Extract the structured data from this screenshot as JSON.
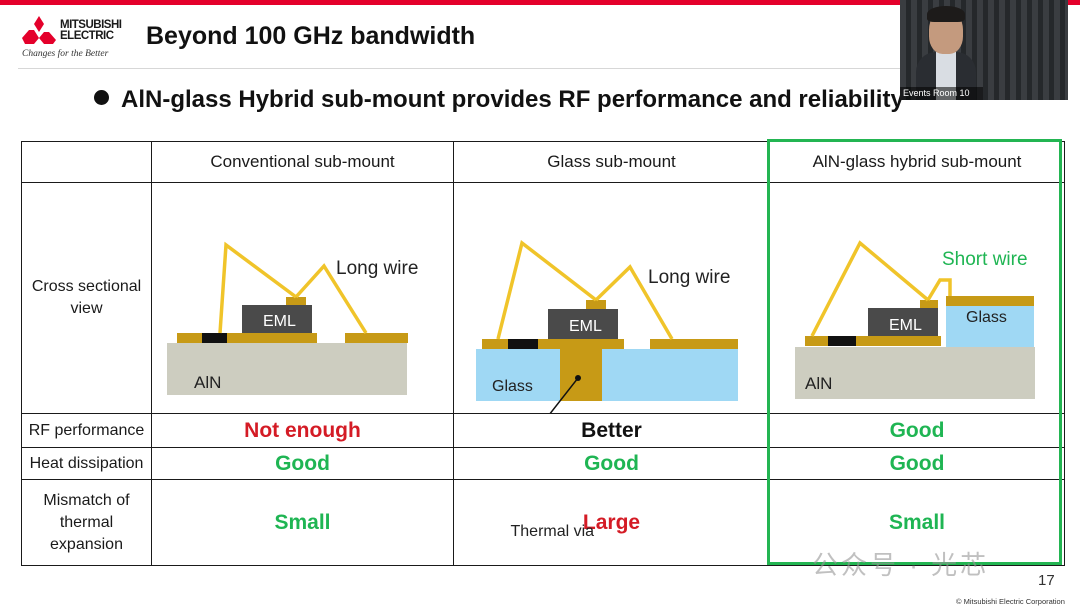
{
  "header": {
    "brand_line1": "MITSUBISHI",
    "brand_line2": "ELECTRIC",
    "tagline": "Changes for the Better",
    "title": "Beyond 100 GHz bandwidth"
  },
  "bullet": "AlN-glass Hybrid sub-mount provides RF performance and reliability",
  "video": {
    "caption": "Events Room 10"
  },
  "table": {
    "columns": [
      "Conventional sub-mount",
      "Glass sub-mount",
      "AlN-glass hybrid sub-mount"
    ],
    "cross_section_label_line1": "Cross sectional",
    "cross_section_label_line2": "view",
    "rows": [
      {
        "label_lines": [
          "RF performance"
        ],
        "values": [
          "Not enough",
          "Better",
          "Good"
        ],
        "colors": [
          "#d41b25",
          "#111111",
          "#1fb553"
        ]
      },
      {
        "label_lines": [
          "Heat dissipation"
        ],
        "values": [
          "Good",
          "Good",
          "Good"
        ],
        "colors": [
          "#1fb553",
          "#1fb553",
          "#1fb553"
        ]
      },
      {
        "label_lines": [
          "Mismatch of",
          "thermal",
          "expansion"
        ],
        "values": [
          "Small",
          "Large",
          "Small"
        ],
        "colors": [
          "#1fb553",
          "#d41b25",
          "#1fb553"
        ]
      }
    ]
  },
  "diagrams": {
    "conventional": {
      "wire_label": "Long wire",
      "chip": "EML",
      "substrate": "AlN"
    },
    "glass": {
      "wire_label": "Long wire",
      "chip": "EML",
      "substrate": "Glass",
      "via_label": "Thermal via"
    },
    "hybrid": {
      "wire_label": "Short wire",
      "chip": "EML",
      "substrate": "AlN",
      "glass_block": "Glass"
    }
  },
  "colors": {
    "brand_red": "#e4002b",
    "good": "#1fb553",
    "bad": "#d41b25",
    "highlight": "#23b552",
    "gold": "#c79a16",
    "wire": "#f0c42a",
    "aln": "#cdcdc0",
    "glass": "#9fd8f4",
    "chip": "#4a4a4a"
  },
  "page_number": "17",
  "copyright": "© Mitsubishi Electric Corporation",
  "watermark": "公众号 · 光芯"
}
